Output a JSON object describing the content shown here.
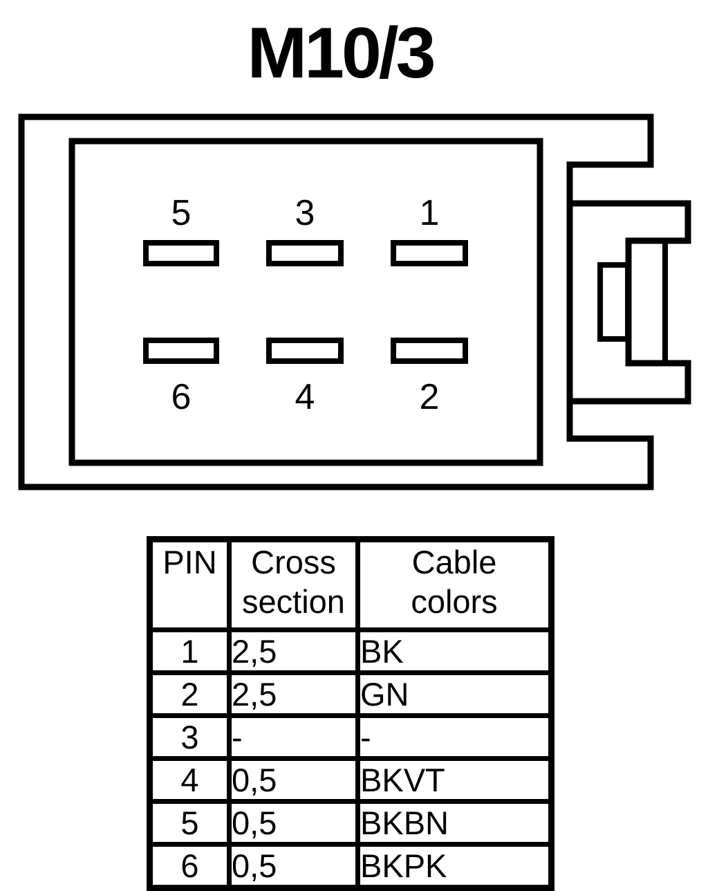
{
  "title": "M10/3",
  "connector": {
    "pins_top": [
      {
        "label": "5"
      },
      {
        "label": "3"
      },
      {
        "label": "1"
      }
    ],
    "pins_bottom": [
      {
        "label": "6"
      },
      {
        "label": "4"
      },
      {
        "label": "2"
      }
    ]
  },
  "table": {
    "headers": [
      "PIN",
      "Cross\nsection",
      "Cable\ncolors"
    ],
    "rows": [
      {
        "pin": "1",
        "cross_section": "2,5",
        "cable_color": "BK"
      },
      {
        "pin": "2",
        "cross_section": "2,5",
        "cable_color": "GN"
      },
      {
        "pin": "3",
        "cross_section": "-",
        "cable_color": "-"
      },
      {
        "pin": "4",
        "cross_section": "0,5",
        "cable_color": "BKVT"
      },
      {
        "pin": "5",
        "cross_section": "0,5",
        "cable_color": "BKBN"
      },
      {
        "pin": "6",
        "cross_section": "0,5",
        "cable_color": "BKPK"
      }
    ]
  },
  "colors": {
    "ink": "#000000",
    "background": "#ffffff"
  }
}
